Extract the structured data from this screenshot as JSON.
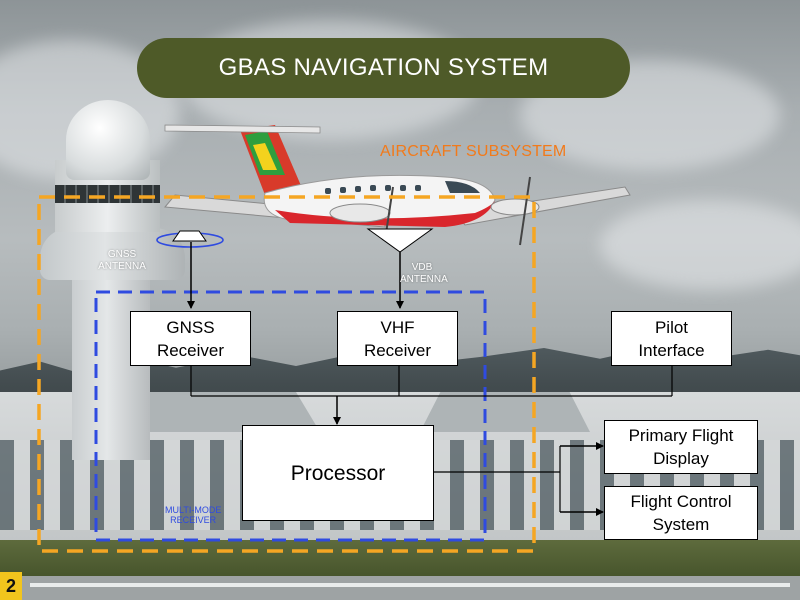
{
  "title": "GBAS NAVIGATION SYSTEM",
  "subsystem_label": "AIRCRAFT SUBSYSTEM",
  "antennas": {
    "gnss": "GNSS\nANTENNA",
    "vdb": "VDB\nANTENNA"
  },
  "boxes": {
    "gnss_receiver": "GNSS\nReceiver",
    "vhf_receiver": "VHF\nReceiver",
    "pilot_interface": "Pilot\nInterface",
    "processor": "Processor",
    "primary_flight_display": "Primary Flight\nDisplay",
    "flight_control_system": "Flight Control\nSystem"
  },
  "multi_mode_label": "MULTI-MODE\nRECEIVER",
  "runway_marker": "2",
  "colors": {
    "banner": "#4e5a28",
    "subsystem_border": "#f5a623",
    "multimode_border": "#2f4be0",
    "subsystem_text": "#f27a1a"
  }
}
